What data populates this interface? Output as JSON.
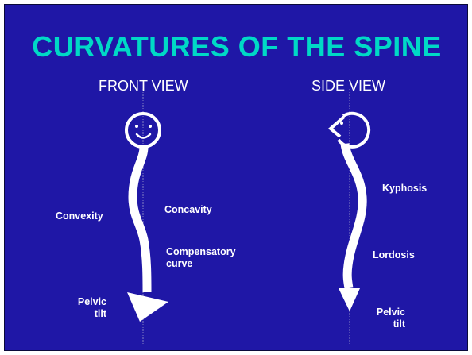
{
  "title": "CURVATURES OF THE SPINE",
  "front": {
    "heading": "FRONT VIEW",
    "convexity": "Convexity",
    "concavity": "Concavity",
    "compensatory": [
      "Compensatory",
      "curve"
    ],
    "pelvic": [
      "Pelvic",
      "tilt"
    ]
  },
  "side": {
    "heading": "SIDE VIEW",
    "kyphosis": "Kyphosis",
    "lordosis": "Lordosis",
    "pelvic": [
      "Pelvic",
      "tilt"
    ]
  },
  "colors": {
    "background": "#1f17a6",
    "title": "#00d9c6",
    "drawing": "#ffffff",
    "guide_line": "#9a9ac8"
  }
}
